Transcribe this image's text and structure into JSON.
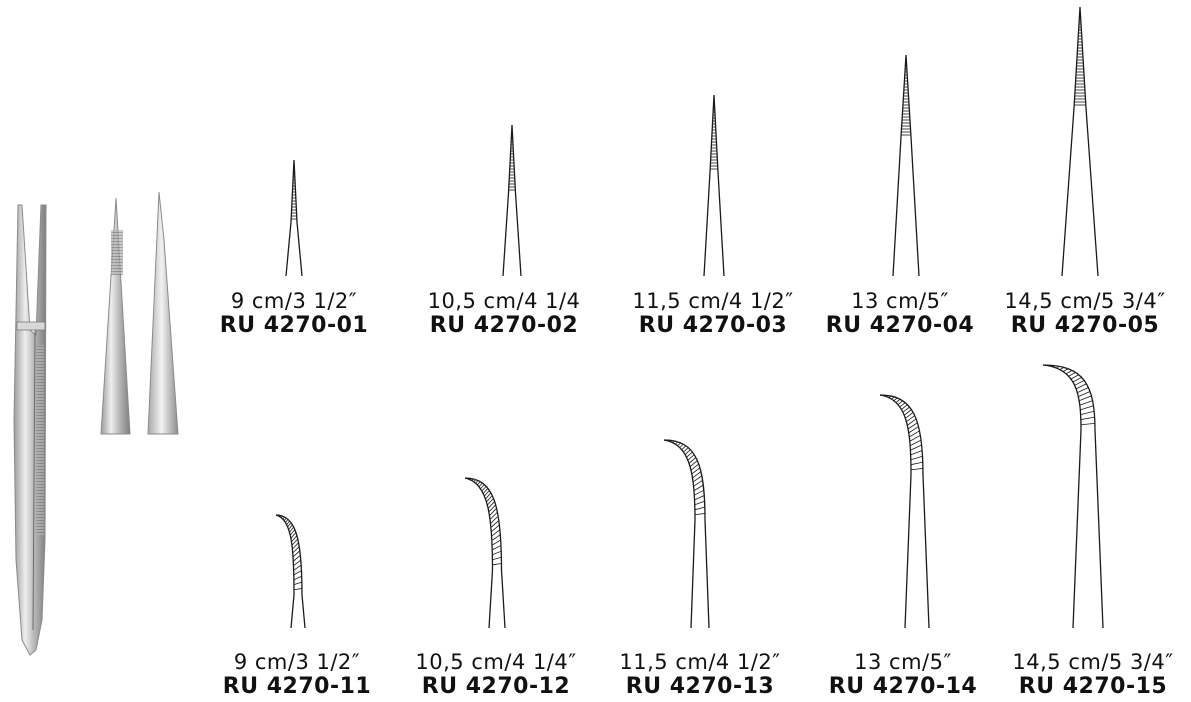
{
  "products": {
    "straight": [
      {
        "size": "9 cm/3 1/2″",
        "code": "RU 4270-01"
      },
      {
        "size": "10,5 cm/4 1/4",
        "code": "RU 4270-02"
      },
      {
        "size": "11,5 cm/4 1/2″",
        "code": "RU 4270-03"
      },
      {
        "size": "13 cm/5″",
        "code": "RU 4270-04"
      },
      {
        "size": "14,5 cm/5 3/4″",
        "code": "RU 4270-05"
      }
    ],
    "curved": [
      {
        "size": "9 cm/3 1/2″",
        "code": "RU 4270-11"
      },
      {
        "size": "10,5 cm/4 1/4″",
        "code": "RU 4270-12"
      },
      {
        "size": "11,5 cm/4 1/2″",
        "code": "RU 4270-13"
      },
      {
        "size": "13 cm/5″",
        "code": "RU 4270-14"
      },
      {
        "size": "14,5 cm/5 3/4″",
        "code": "RU 4270-15"
      }
    ]
  },
  "colors": {
    "line": "#1a1a1a",
    "metal_dark": "#8a8a8a",
    "metal_light": "#e6e6e6"
  }
}
